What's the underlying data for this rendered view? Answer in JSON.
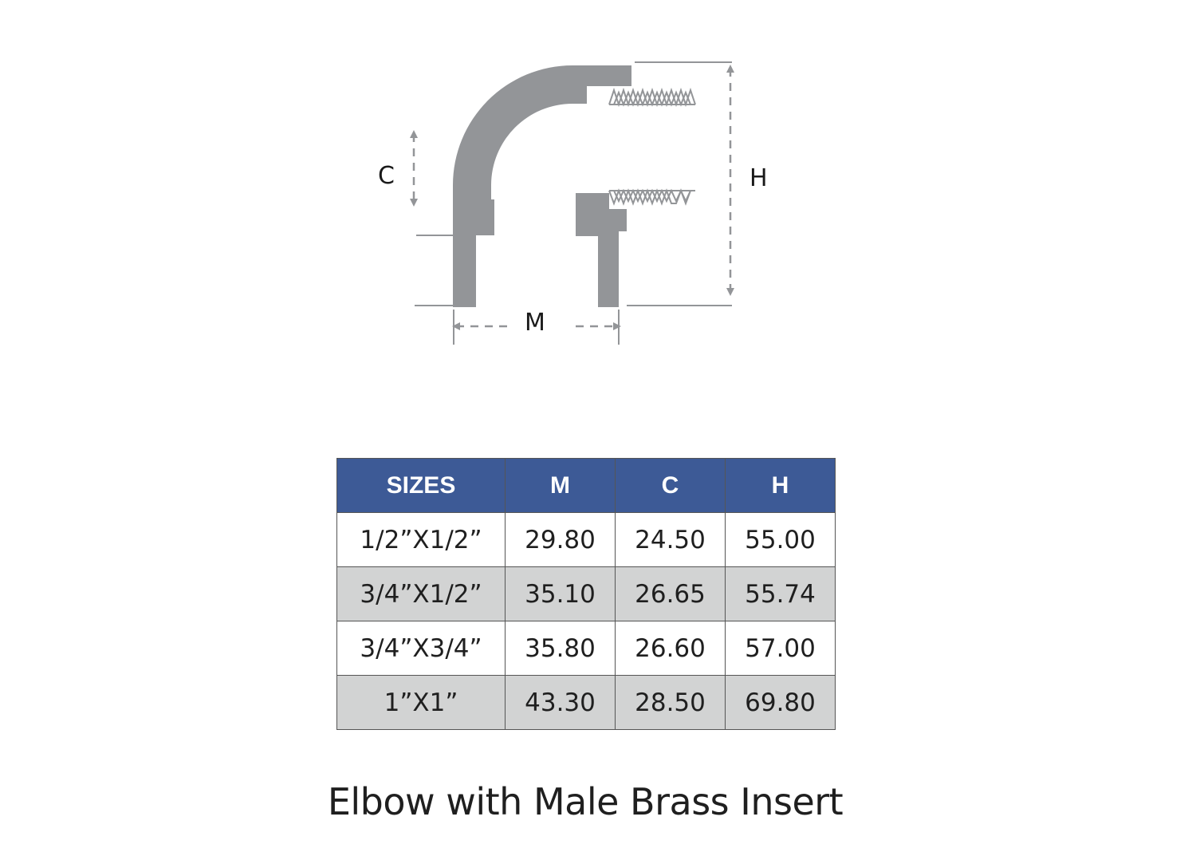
{
  "diagram": {
    "labels": {
      "c": "C",
      "h": "H",
      "m": "M"
    },
    "colors": {
      "pipe": "#939598",
      "dimension": "#939598",
      "thread": "#939598"
    }
  },
  "table": {
    "colors": {
      "header_bg": "#3d5a96",
      "header_text": "#ffffff",
      "alt_row_bg": "#d2d3d3",
      "border": "#555555"
    },
    "headers": [
      "SIZES",
      "M",
      "C",
      "H"
    ],
    "rows": [
      [
        "1/2”X1/2”",
        "29.80",
        "24.50",
        "55.00"
      ],
      [
        "3/4”X1/2”",
        "35.10",
        "26.65",
        "55.74"
      ],
      [
        "3/4”X3/4”",
        "35.80",
        "26.60",
        "57.00"
      ],
      [
        "1”X1”",
        "43.30",
        "28.50",
        "69.80"
      ]
    ]
  },
  "caption": "Elbow with Male Brass Insert"
}
